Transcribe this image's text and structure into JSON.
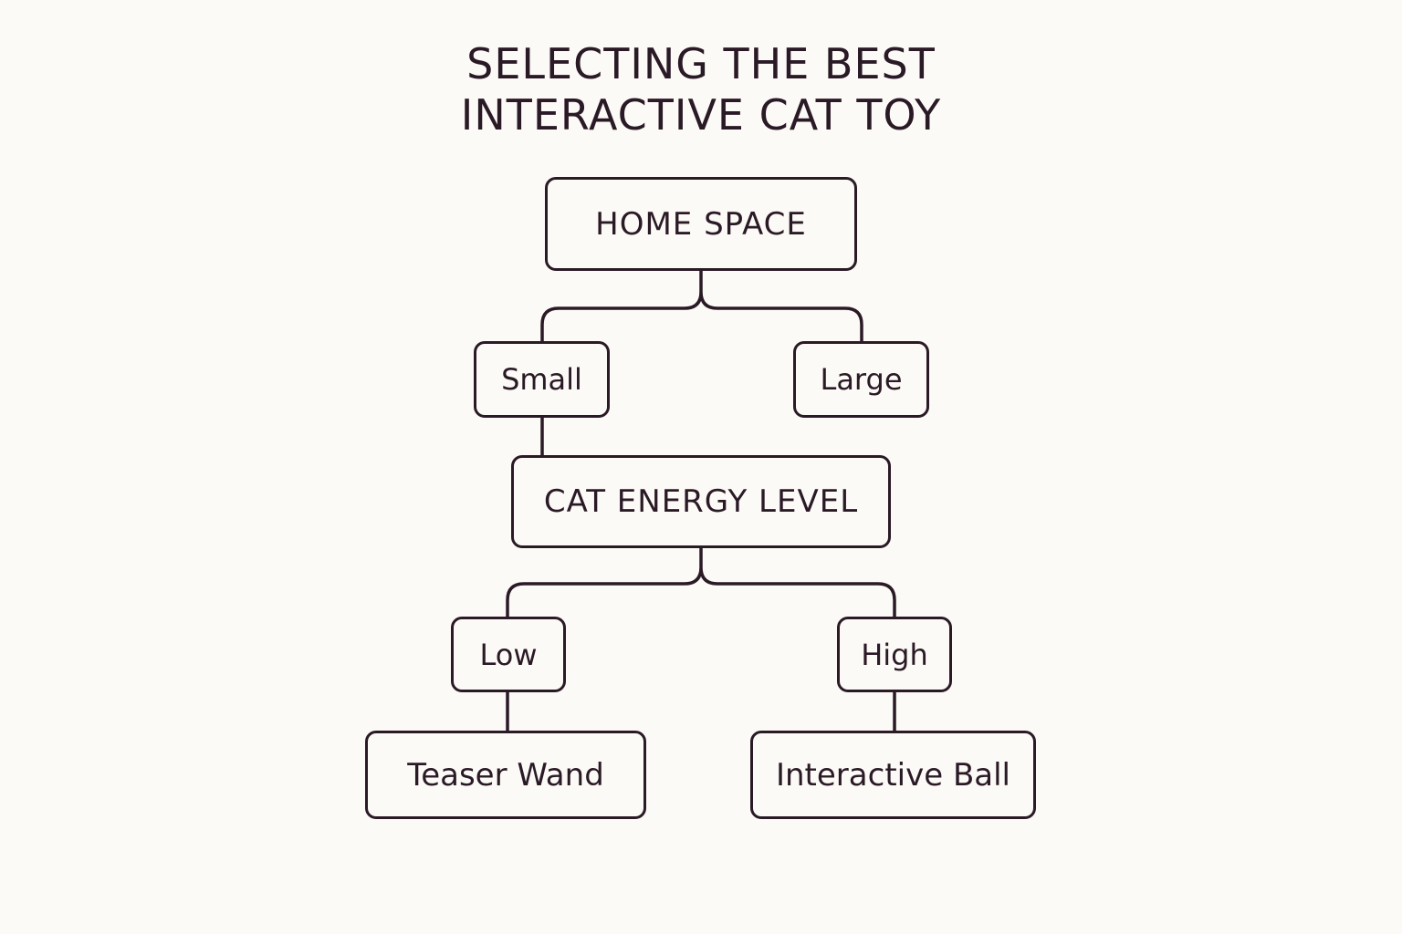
{
  "title": {
    "line1": "SELECTING THE BEST",
    "line2": "INTERACTIVE CAT TOY"
  },
  "nodes": {
    "home_space": "HOME SPACE",
    "small": "Small",
    "large": "Large",
    "cat_energy_level": "CAT ENERGY LEVEL",
    "low": "Low",
    "high": "High",
    "teaser_wand": "Teaser Wand",
    "interactive_ball": "Interactive Ball"
  },
  "colors": {
    "background": "#fcfaf6",
    "ink": "#2a1a26"
  }
}
